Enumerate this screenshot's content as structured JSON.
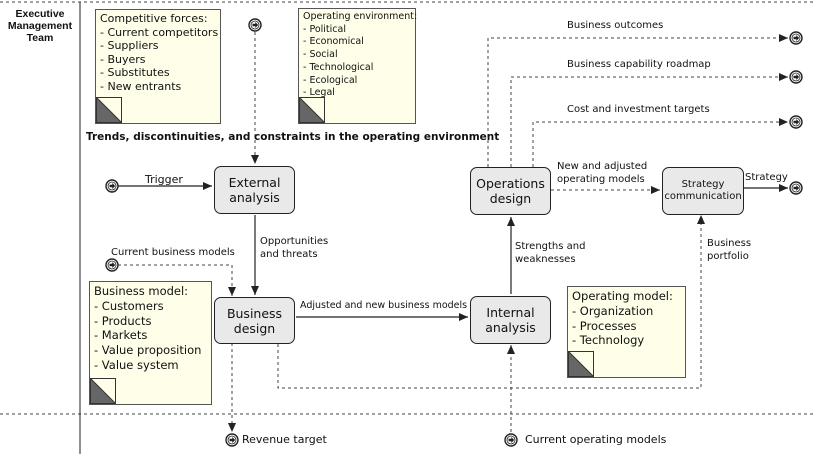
{
  "lane": {
    "title_line1": "Executive",
    "title_line2": "Management",
    "title_line3": "Team"
  },
  "processes": {
    "external_analysis": "External\nanalysis",
    "operations_design": "Operations\ndesign",
    "strategy_communication": "Strategy\ncommunication",
    "business_design": "Business\ndesign",
    "internal_analysis": "Internal\nanalysis"
  },
  "notes": {
    "competitive_forces": {
      "title": "Competitive forces:",
      "items": [
        "- Current competitors",
        "- Suppliers",
        "- Buyers",
        "- Substitutes",
        "- New entrants"
      ]
    },
    "operating_environment": {
      "title": "Operating environment:",
      "items": [
        "- Political",
        "- Economical",
        "- Social",
        "- Technological",
        "- Ecological",
        "- Legal"
      ]
    },
    "business_model": {
      "title": "Business model:",
      "items": [
        "- Customers",
        "- Products",
        "- Markets",
        "- Value proposition",
        "- Value system"
      ]
    },
    "operating_model": {
      "title": "Operating model:",
      "items": [
        "- Organization",
        "- Processes",
        "- Technology"
      ]
    }
  },
  "labels": {
    "trends": "Trends, discontinuities, and constraints in the operating environment",
    "trigger": "Trigger",
    "current_business_models": "Current business models",
    "opportunities_1": "Opportunities",
    "opportunities_2": "and threats",
    "adjusted_models": "Adjusted and new business models",
    "strengths_1": "Strengths and",
    "strengths_2": "weaknesses",
    "new_adjusted_1": "New and adjusted",
    "new_adjusted_2": "operating models",
    "strategy": "Strategy",
    "business_portfolio_1": "Business",
    "business_portfolio_2": "portfolio",
    "business_outcomes": "Business outcomes",
    "capability_roadmap": "Business capability roadmap",
    "cost_targets": "Cost and investment targets",
    "revenue_target": "Revenue target",
    "current_operating_models": "Current operating models"
  },
  "icons": {
    "event": "bpmn-message-event-icon",
    "note_fold": "note-fold-corner-icon"
  }
}
